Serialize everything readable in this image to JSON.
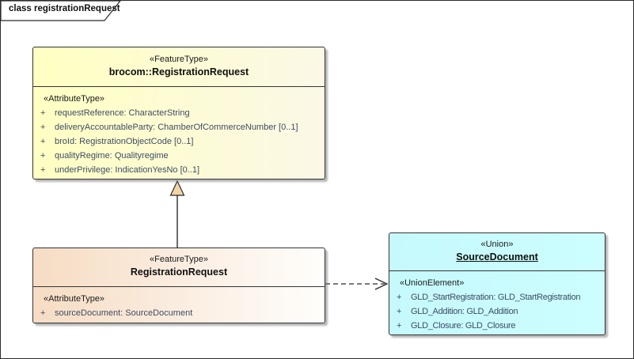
{
  "frame": {
    "title": "class registrationRequest"
  },
  "colors": {
    "box_yellow_left": "#ffffc2",
    "box_yellow_right": "#fbf8e6",
    "box_peach_left": "#f6dcc3",
    "box_peach_right": "#fffefc",
    "box_cyan": "#c9fcfe",
    "border": "#343434",
    "attribute_text": "#3d4c66",
    "triangle_fill": "#f2d5a4",
    "shadow": "#9a9a9a"
  },
  "boxes": {
    "brocom": {
      "stereotype": "«FeatureType»",
      "name": "brocom::RegistrationRequest",
      "attr_stereotype": "«AttributeType»",
      "attributes": [
        {
          "vis": "+",
          "text": "requestReference: CharacterString"
        },
        {
          "vis": "+",
          "text": "deliveryAccountableParty: ChamberOfCommerceNumber [0..1]"
        },
        {
          "vis": "+",
          "text": "broId: RegistrationObjectCode [0..1]"
        },
        {
          "vis": "+",
          "text": "qualityRegime: Qualityregime"
        },
        {
          "vis": "+",
          "text": "underPrivilege: IndicationYesNo [0..1]"
        }
      ]
    },
    "regrequest": {
      "stereotype": "«FeatureType»",
      "name": "RegistrationRequest",
      "attr_stereotype": "«AttributeType»",
      "attributes": [
        {
          "vis": "+",
          "text": "sourceDocument: SourceDocument"
        }
      ]
    },
    "sourcedoc": {
      "stereotype": "«Union»",
      "name": "SourceDocument",
      "attr_stereotype": "«UnionElement»",
      "attributes": [
        {
          "vis": "+",
          "text": "GLD_StartRegistration: GLD_StartRegistration"
        },
        {
          "vis": "+",
          "text": "GLD_Addition: GLD_Addition"
        },
        {
          "vis": "+",
          "text": "GLD_Closure: GLD_Closure"
        }
      ]
    }
  },
  "connectors": {
    "generalization": "RegistrationRequest generalizes to brocom::RegistrationRequest",
    "dependency": "RegistrationRequest depends on SourceDocument"
  }
}
